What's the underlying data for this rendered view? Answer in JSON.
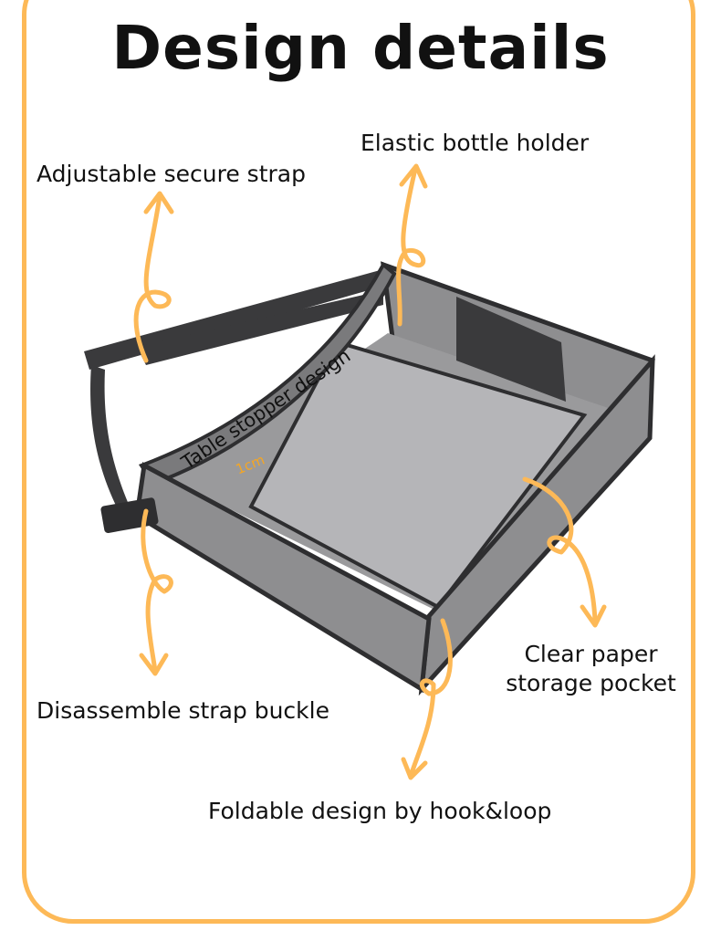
{
  "title": "Design details",
  "labels": {
    "strap": "Adjustable secure strap",
    "bottle": "Elastic bottle holder",
    "stopper": "Table stopper design",
    "stopper_measure": "1cm",
    "pocket_line1": "Clear paper",
    "pocket_line2": "storage pocket",
    "buckle": "Disassemble strap buckle",
    "foldable": "Foldable design by hook&loop"
  },
  "colors": {
    "accent": "#FDB957",
    "product": "#8E8E90",
    "trim": "#2E2E30"
  }
}
